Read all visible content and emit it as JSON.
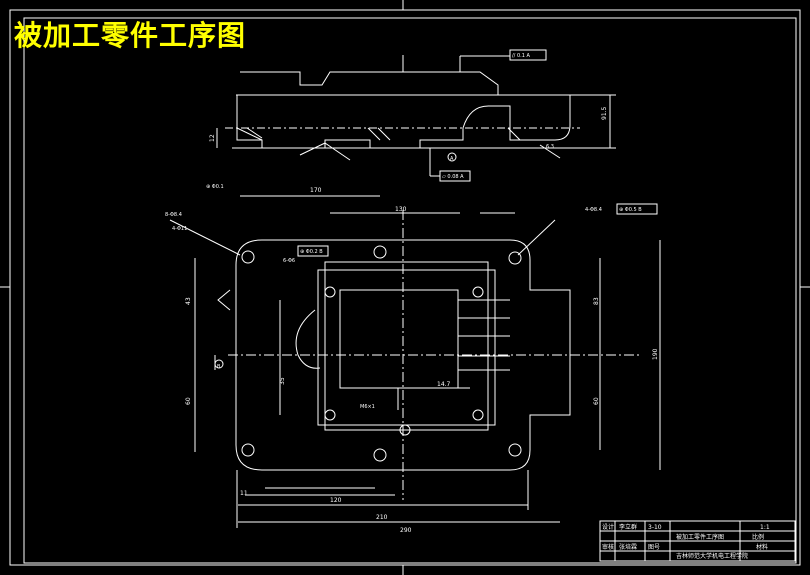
{
  "title": "被加工零件工序图",
  "dims": {
    "d_91_5": "91.5",
    "d_43": "43",
    "d_60": "60",
    "d_170": "170",
    "d_190": "190",
    "d_35": "35",
    "d_83": "83",
    "d_14_7": "14.7",
    "d_60b": "60",
    "d_12": "12",
    "d_11": "11",
    "d_130": "130",
    "d_210": "210",
    "d_290": "290",
    "d_120": "120"
  },
  "tolerances": {
    "parallel": "// 0.1 A",
    "flat": "▱ 0.08 A",
    "pos_a": "⊕ Φ0.5 B",
    "pos_b": "⊕ Φ0.2 B",
    "pos_c": "⊕ Φ0.1"
  },
  "notes": {
    "holes_a": "8-Φ8.4",
    "holes_b": "4-Φ8.4",
    "holes_c": "6-Φ6",
    "holes_d": "4-Φ11",
    "pitch": "M6×1",
    "ra": "6.3",
    "datum_a": "A",
    "datum_b": "B"
  },
  "titleblock": {
    "designer_role": "设计",
    "designer": "李立群",
    "date": "3-10",
    "part_name": "被加工零件工序图",
    "scale_label": "比例",
    "scale": "1:1",
    "checker_role": "审核",
    "checker": "张培霖",
    "drawing_no": "图号",
    "material": "材料",
    "school": "吉林师范大学机电工程学院"
  }
}
